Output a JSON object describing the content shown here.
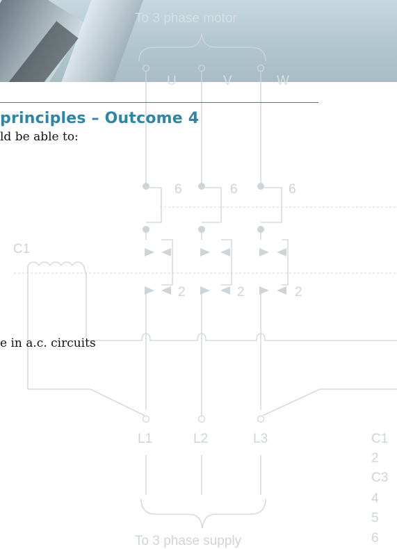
{
  "page": {
    "section_title": "principles – Outcome 4",
    "intro_fragment": "ld be able to:",
    "list_fragment": "e in a.c. circuits"
  },
  "diagram": {
    "top_caption": "To 3 phase motor",
    "bottom_caption": "To 3 phase supply",
    "motor_terminals": [
      "U",
      "V",
      "W"
    ],
    "supply_terminals": [
      "L1",
      "L2",
      "L3"
    ],
    "contact_numbers_upper": [
      "6",
      "6",
      "6"
    ],
    "contact_numbers_lower": [
      "2",
      "2",
      "2"
    ],
    "coil_label": "C1",
    "side_legend": [
      "C1",
      "2",
      "C3",
      "4",
      "5",
      "6"
    ]
  },
  "colors": {
    "accent_heading": "#2c86a6",
    "rule": "#3d7f9a",
    "diagram_line": "#cfd4d8",
    "photo_band": "#b2c6d0"
  }
}
